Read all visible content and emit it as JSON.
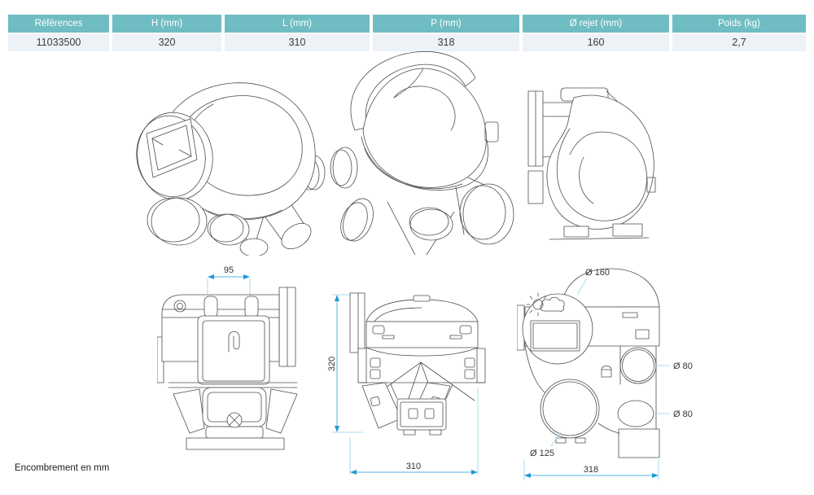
{
  "table": {
    "headers": [
      "Références",
      "H (mm)",
      "L (mm)",
      "P (mm)",
      "Ø rejet (mm)",
      "Poids (kg)"
    ],
    "row": [
      "11033500",
      "320",
      "310",
      "318",
      "160",
      "2,7"
    ]
  },
  "dims": {
    "d95": "95",
    "d320": "320",
    "d310": "310",
    "d318": "318",
    "d160": "Ø 160",
    "d80a": "Ø 80",
    "d80b": "Ø 80",
    "d125": "Ø 125"
  },
  "footnote": "Encombrement en mm",
  "icons": {
    "weather_icon": "sun-behind-cloud",
    "lock_icon": "padlock"
  },
  "colors": {
    "header_bg": "#6fbdc2",
    "row_bg": "#ecf2f6",
    "dim_blue": "#56b6e3",
    "arrow_blue": "#1d9ad6",
    "extension_blue": "#a8d9ef",
    "line_art": "#4d4d4d"
  }
}
